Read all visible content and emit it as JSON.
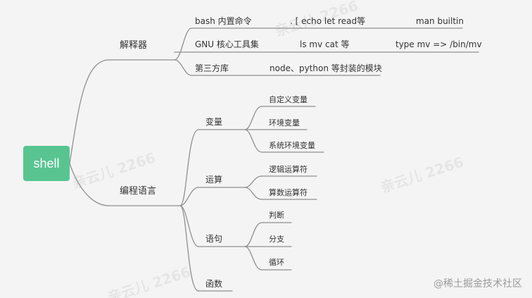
{
  "root": {
    "label": "shell"
  },
  "branches": {
    "interpreter": {
      "label": "解释器",
      "items": [
        {
          "label": "bash 内置命令",
          "detail": ".  [  echo  let  read等",
          "extra": "man builtin"
        },
        {
          "label": "GNU 核心工具集",
          "detail": "ls   mv  cat 等",
          "extra": "type mv =>  /bin/mv"
        },
        {
          "label": "第三方库",
          "detail": "node、python 等封装的模块"
        }
      ]
    },
    "programming": {
      "label": "编程语言",
      "items": [
        {
          "label": "变量",
          "children": [
            "自定义变量",
            "环境变量",
            "系统环境变量"
          ]
        },
        {
          "label": "运算",
          "children": [
            "逻辑运算符",
            "算数运算符"
          ]
        },
        {
          "label": "语句",
          "children": [
            "判断",
            "分支",
            "循环"
          ]
        },
        {
          "label": "函数",
          "children": []
        }
      ]
    }
  },
  "watermark": {
    "text": "亲云儿 2266"
  },
  "credit": {
    "text": "@稀土掘金技术社区"
  },
  "colors": {
    "root_fill": "#58c591",
    "line": "#8f8f8f",
    "background": "#f4f4f4"
  }
}
